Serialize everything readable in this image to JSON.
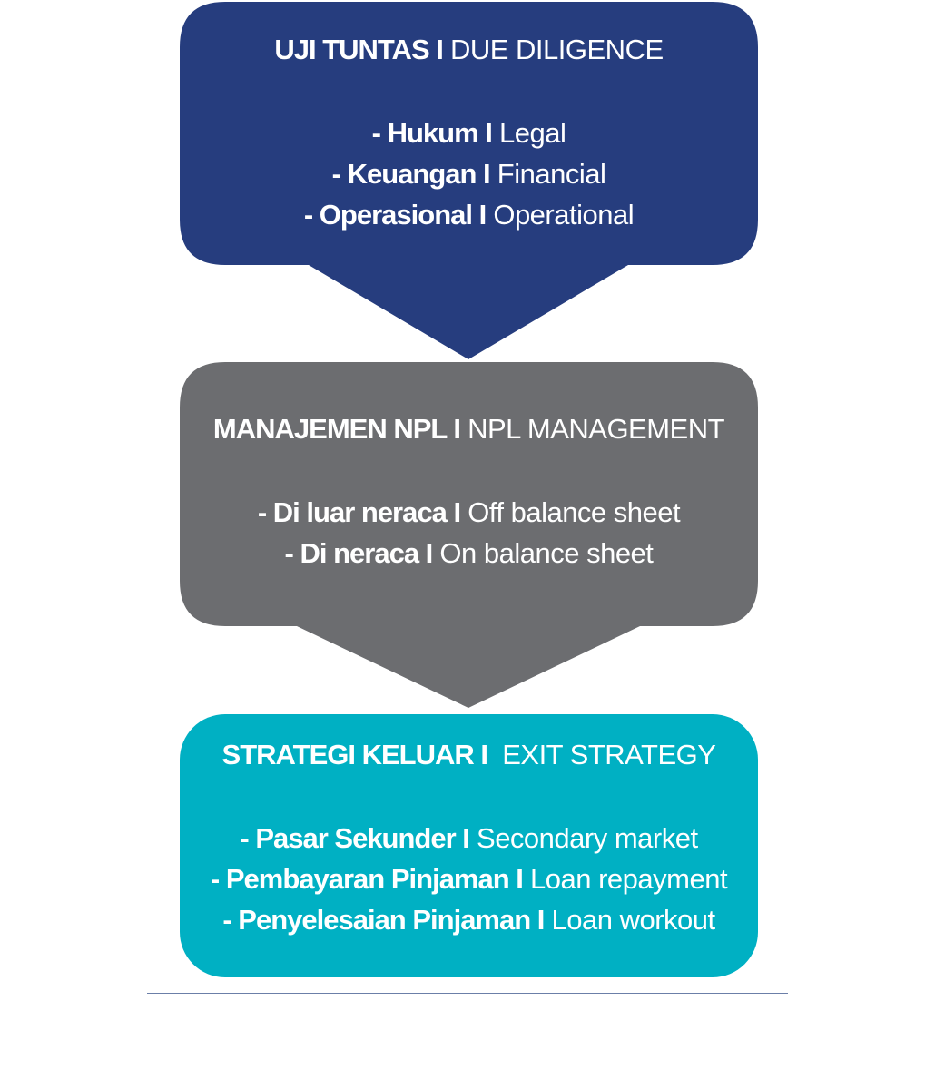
{
  "colors": {
    "due_diligence": "#263d7e",
    "npl_management": "#6c6d70",
    "exit_strategy": "#00b0c3",
    "divider": "#6b7fa8",
    "text": "#ffffff"
  },
  "steps": [
    {
      "title_bold": "UJI TUNTAS I",
      "title_regular": " DUE DILIGENCE",
      "items": [
        {
          "bold": "- Hukum I",
          "regular": " Legal"
        },
        {
          "bold": "- Keuangan I",
          "regular": " Financial"
        },
        {
          "bold": "- Operasional I",
          "regular": " Operational"
        }
      ]
    },
    {
      "title_bold": "MANAJEMEN NPL I",
      "title_regular": " NPL MANAGEMENT",
      "items": [
        {
          "bold": "- Di luar neraca I",
          "regular": " Off balance sheet"
        },
        {
          "bold": "- Di neraca I",
          "regular": " On balance sheet"
        }
      ]
    },
    {
      "title_bold": "STRATEGI KELUAR I",
      "title_regular": "  EXIT STRATEGY",
      "items": [
        {
          "bold": "- Pasar Sekunder I",
          "regular": " Secondary market"
        },
        {
          "bold": "- Pembayaran Pinjaman I",
          "regular": " Loan repayment"
        },
        {
          "bold": "- Penyelesaian Pinjaman I",
          "regular": " Loan workout"
        }
      ]
    }
  ]
}
